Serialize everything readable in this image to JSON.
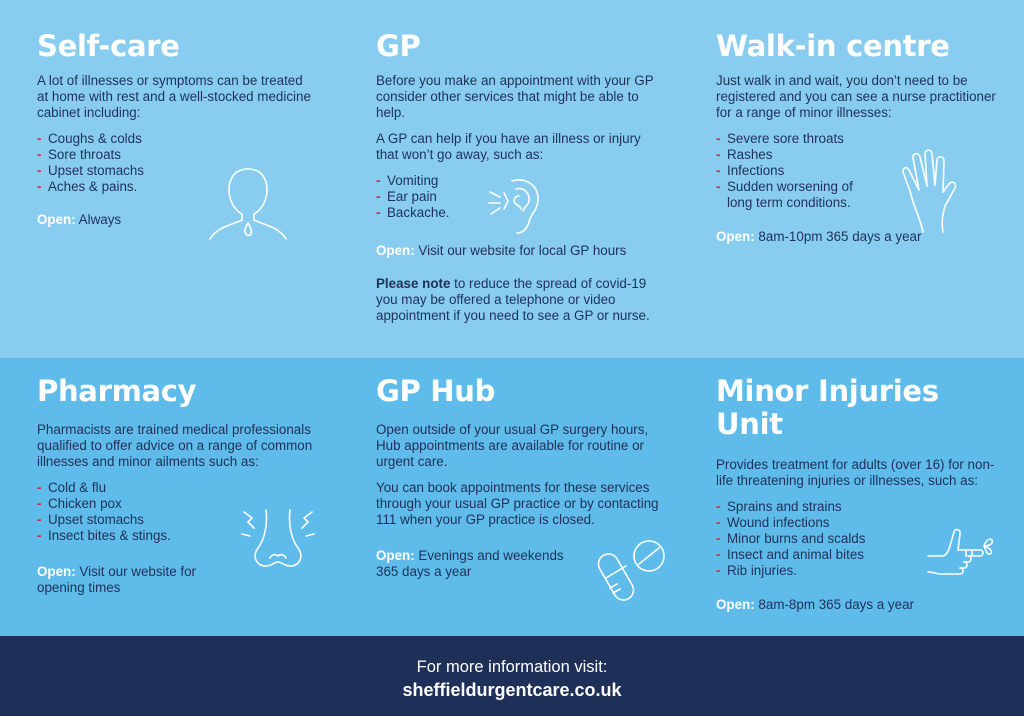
{
  "colors": {
    "top_band": "#88cdf0",
    "bottom_band": "#5ebbea",
    "footer": "#1e2f58",
    "bullet": "#e0233d",
    "heading": "#ffffff",
    "text": "#1f3158"
  },
  "selfcare": {
    "title": "Self-care",
    "desc": "A lot of illnesses or symptoms can be treated at home with rest and a well-stocked medicine cabinet including:",
    "items": [
      "Coughs & colds",
      "Sore throats",
      "Upset stomachs",
      "Aches & pains."
    ],
    "open_label": "Open:",
    "open_value": "Always",
    "icon": "sore-throat-icon"
  },
  "gp": {
    "title": "GP",
    "desc": "Before you make an appointment with your GP consider other services that might be able to help.",
    "desc2": "A GP can help if you have an illness or injury that won’t go away, such as:",
    "items": [
      "Vomiting",
      "Ear pain",
      "Backache."
    ],
    "open_label": "Open:",
    "open_value": "Visit our website for local GP hours",
    "note_label": "Please note",
    "note_text": "to reduce the spread of covid-19 you may be offered a telephone or video appointment if you need to see a GP or nurse.",
    "icon": "ear-icon"
  },
  "walkin": {
    "title": "Walk-in centre",
    "desc": "Just walk in and wait, you don’t need to be registered and you can see a nurse practitioner for a range of minor illnesses:",
    "items": [
      "Severe sore throats",
      "Rashes",
      "Infections",
      "Sudden worsening of long term conditions."
    ],
    "open_label": "Open:",
    "open_value": "8am-10pm 365 days a year",
    "icon": "hand-icon"
  },
  "pharmacy": {
    "title": "Pharmacy",
    "desc": "Pharmacists are trained medical professionals qualified to offer advice on a range of common illnesses and minor ailments such as:",
    "items": [
      "Cold & flu",
      "Chicken pox",
      "Upset stomachs",
      "Insect bites & stings."
    ],
    "open_label": "Open:",
    "open_value": "Visit our website for opening times",
    "icon": "nose-icon"
  },
  "gphub": {
    "title": "GP Hub",
    "desc": "Open outside of your usual GP surgery hours, Hub appointments are available for routine or urgent care.",
    "desc2": "You can book appointments for these services through your usual GP practice or by contacting 111 when your GP practice is closed.",
    "open_label": "Open:",
    "open_value": "Evenings and weekends 365 days a year",
    "icon": "pills-icon"
  },
  "miu": {
    "title": "Minor Injuries Unit",
    "desc": "Provides treatment for adults (over 16) for non-life threatening injuries or illnesses, such as:",
    "items": [
      "Sprains and strains",
      "Wound infections",
      "Minor burns and scalds",
      "Insect and animal bites",
      "Rib injuries."
    ],
    "open_label": "Open:",
    "open_value": "8am-8pm 365 days a year",
    "icon": "bandaged-thumb-icon"
  },
  "footer": {
    "line1": "For more information visit:",
    "url": "sheffieldurgentcare.co.uk"
  }
}
